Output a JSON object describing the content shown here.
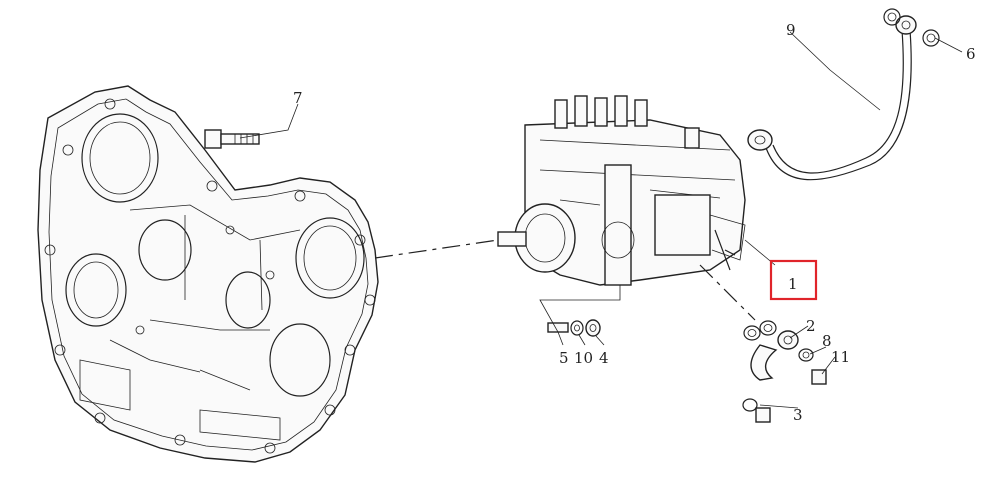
{
  "callouts": {
    "c1": "1",
    "c2": "2",
    "c3": "3",
    "c4": "4",
    "c5": "5",
    "c6": "6",
    "c7": "7",
    "c8": "8",
    "c9": "9",
    "c10": "10",
    "c11": "11"
  },
  "highlight": {
    "color": "#e0242a",
    "target": "1"
  }
}
